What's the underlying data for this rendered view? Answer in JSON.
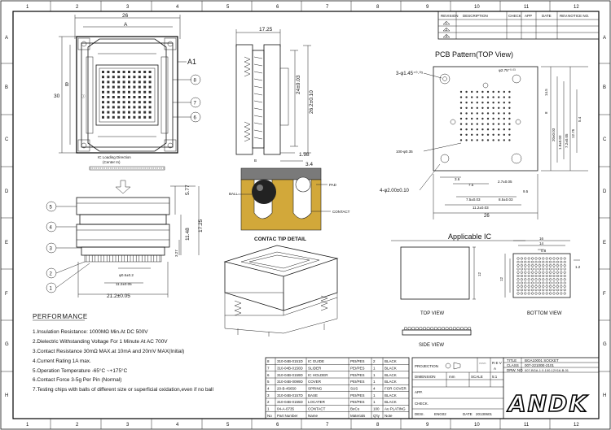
{
  "frame": {
    "cols_top": [
      "1",
      "2",
      "3",
      "4",
      "5",
      "6",
      "7",
      "8",
      "9",
      "10",
      "11",
      "12"
    ],
    "rows": [
      "A",
      "B",
      "C",
      "D",
      "E",
      "F",
      "G",
      "H"
    ]
  },
  "revision_table": {
    "headers": [
      "REVISION",
      "DESCRIPTION",
      "CHECK",
      "APP",
      "DATE",
      "REV.NOTICE NO."
    ],
    "rows": [
      "1",
      "2",
      "3"
    ]
  },
  "top_view": {
    "dim_width": "26",
    "dim_a": "A",
    "dim_height": "30",
    "dim_b": "B",
    "pin_label": "A1",
    "loading_caption_1": "IC Loading Direction",
    "loading_caption_2": "(Center In)"
  },
  "side_view_right": {
    "dim_top": "17.25",
    "dim_1": "24±0.03",
    "dim_2": "26.2±0.10",
    "dim_3": "1.98",
    "dim_4": "3.4"
  },
  "front_view": {
    "dim_1": "5.77",
    "dim_2": "11.48",
    "dim_3": "17.25",
    "dim_4": "3.27",
    "dim_5": "φ0.6±0.2",
    "dim_6": "11.2±0.05",
    "dim_7": "21.2±0.05"
  },
  "balloons": [
    "8",
    "7",
    "6",
    "5",
    "4",
    "3",
    "2",
    "1"
  ],
  "contact_detail": {
    "title": "CONTAC TIP DETAIL",
    "label_ball": "BALL",
    "label_pad": "PAD",
    "label_contact": "CONTACT",
    "label_b": "B"
  },
  "pcb_pattern": {
    "title": "PCB Pattern(TOP View)",
    "d_holes": "3-φ1.45⁺⁰·⁰⁵",
    "d_holes2": "4-φ2.00±0.10",
    "d_dia": "φ2.75⁺⁰·⁰³",
    "d_pin": "100-φ0.35",
    "dims": [
      "14.5",
      "8",
      "9.5",
      "3.6",
      "7.5",
      "7.5±0.03",
      "8.5±0.03",
      "11.2±0.03",
      "26",
      "12.75",
      "2.7±0.05",
      "1.8±0.03",
      "20±0.03",
      "7.2±0.05",
      "5.4"
    ]
  },
  "applicable_ic": {
    "title": "Applicable IC",
    "top_view_label": "TOP VIEW",
    "bottom_view_label": "BOTTOM VIEW",
    "side_view_label": "SIDE VIEW",
    "dims": [
      "16",
      "14",
      "0.8",
      "12",
      "12",
      "1.2"
    ]
  },
  "performance": {
    "title": "PERFORMANCE",
    "lines": [
      "1.Insulation Resistance: 1000MΩ Min.At DC 500V",
      "2.Dielectric Withstanding Voltage For 1 Minute At AC 700V",
      "3.Contact Resistance 30mΩ MAX.at 10mA and 20mV MAX(Initial)",
      "4.Current Rating 1A max.",
      "5.Operation Temperature -65°C ~+175°C",
      "6.Contact Force 3-5g Per Pin (Normal)",
      "7.Testing chips with balls of different size or superficial oxidation,even if no ball"
    ]
  },
  "bom": {
    "headers": [
      "No",
      "Part Number",
      "Name",
      "Materials",
      "Q'ty",
      "Note"
    ],
    "rows": [
      [
        "8",
        "310-04B-0151D",
        "IC GUIDE",
        "PEI/PES",
        "2",
        "BLACK"
      ],
      [
        "7",
        "310-04B-0150D",
        "SLIDER",
        "PEI/PES",
        "1",
        "BLACK"
      ],
      [
        "6",
        "310-04B-0159D",
        "IC HOLDER",
        "PEI/PES",
        "1",
        "BLACK"
      ],
      [
        "5",
        "310-04B-0099D",
        "COVER",
        "PEI/PES",
        "1",
        "BLACK"
      ],
      [
        "4",
        "20-B-45650",
        "SPRING",
        "SUS",
        "4",
        "FOR COVER"
      ],
      [
        "3",
        "310-04B-0157D",
        "BASE",
        "PEI/PES",
        "1",
        "BLACK"
      ],
      [
        "2",
        "310-04B-0155D",
        "LOCATER",
        "PEI/PES",
        "1",
        "BLACK"
      ],
      [
        "1",
        "04-A-0735",
        "CONTACT",
        "BeCu",
        "100",
        "Au PLATING"
      ]
    ]
  },
  "title_block": {
    "projection": "PROJECTION",
    "title_label": "TITLE",
    "title_value": "BGA10001 SOCKET",
    "class_label": "CLASS",
    "class_value": "007-22100E-2101",
    "dwg_label": "DRW. NO",
    "dwg_value": "007-BGA-1.0-100-12X16-B-01",
    "dimension_label": "DIMENSION",
    "dimension_value": "mm",
    "scale_label": "SCALE",
    "scale_value": "5:1",
    "rev_label": "R E V",
    "rev_value": "A",
    "app_label": "APP.",
    "check_label": "CHECK.",
    "design_label": "DESI.",
    "design_value": "ENG02",
    "date_label": "DATE",
    "date_value": "20130601",
    "logo_text": "ANDK"
  }
}
